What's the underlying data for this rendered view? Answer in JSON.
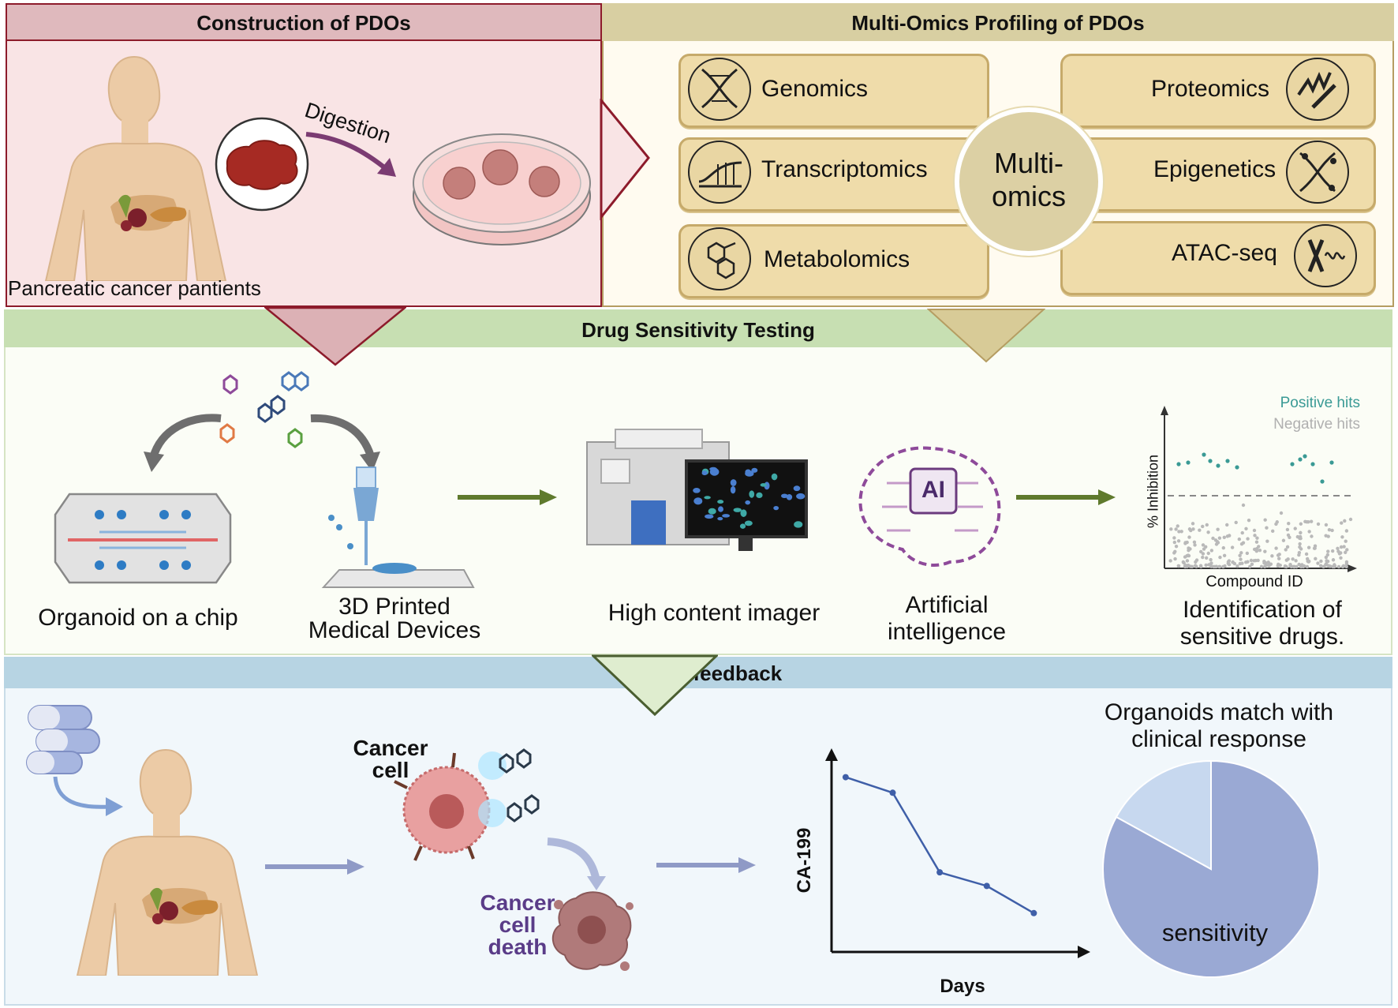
{
  "sections": {
    "construction": "Construction of PDOs",
    "multiomics": "Multi-Omics Profiling of PDOs",
    "drug_testing": "Drug Sensitivity Testing",
    "clinical": "Clinical feedback"
  },
  "construction": {
    "patient_label": "Pancreatic cancer pantients",
    "digestion_label": "Digestion"
  },
  "omics": {
    "center_line1": "Multi-",
    "center_line2": "omics",
    "items": [
      "Genomics",
      "Transcriptomics",
      "Metabolomics",
      "Proteomics",
      "Epigenetics",
      "ATAC-seq"
    ]
  },
  "drug": {
    "chip_label": "Organoid on a chip",
    "printed_line1": "3D Printed",
    "printed_line2": "Medical Devices",
    "imager_label": "High content imager",
    "ai_badge": "AI",
    "ai_line1": "Artificial",
    "ai_line2": "intelligence",
    "ident_line1": "Identification of",
    "ident_line2": "sensitive drugs."
  },
  "chart_data": [
    {
      "type": "scatter",
      "xlabel": "Compound ID",
      "ylabel": "% Inhibition",
      "series": [
        {
          "name": "Positive hits",
          "color": "#3a9a95"
        },
        {
          "name": "Negative hits",
          "color": "#b9b9b9"
        }
      ]
    },
    {
      "type": "line",
      "xlabel": "Days",
      "ylabel": "CA-199",
      "x": [
        1,
        2,
        3,
        4,
        5
      ],
      "values": [
        9.0,
        8.2,
        4.1,
        3.4,
        2.0
      ],
      "ylim": [
        0,
        10
      ],
      "color": "#3f5fa8"
    },
    {
      "type": "pie",
      "title_line1": "Organoids match with",
      "title_line2": "clinical response",
      "slices": [
        {
          "label": "sensitivity",
          "value": 0.83,
          "color": "#9aa9d4"
        },
        {
          "label": "",
          "value": 0.17,
          "color": "#c7d8ef"
        }
      ]
    }
  ],
  "clinical": {
    "cancer_line1": "Cancer",
    "cancer_line2": "cell",
    "death_line1": "Cancer",
    "death_line2": "cell",
    "death_line3": "death"
  },
  "colors": {
    "construction_bg": "#f9e4e5",
    "construction_border": "#8d1b2b",
    "multiomics_header": "#d8cfa2",
    "drug_header": "#c7dfb2",
    "clinical_header": "#b7d4e3",
    "clinical_bg": "#f1f7fb",
    "arrow_green": "#5f7a2d"
  }
}
